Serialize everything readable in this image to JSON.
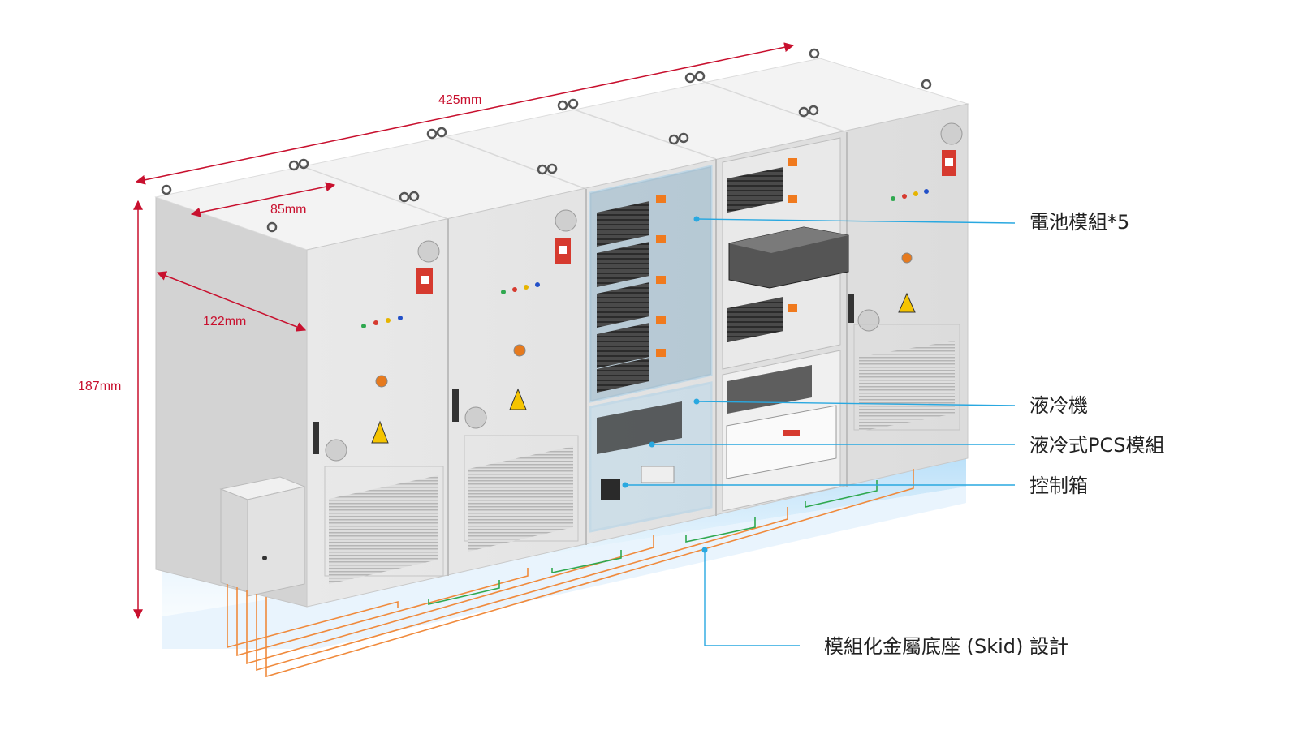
{
  "dimensions": {
    "length": "425mm",
    "depth_top": "85mm",
    "depth_side": "122mm",
    "height": "187mm"
  },
  "callouts": {
    "battery": "電池模組*5",
    "cooler": "液冷機",
    "pcs": "液冷式PCS模組",
    "control": "控制箱",
    "skid": "模組化金屬底座 (Skid) 設計"
  },
  "colors": {
    "dimension": "#c8102e",
    "callout_line": "#29a8e0",
    "cabinet_front": "#e6e6e6",
    "cabinet_top": "#f2f2f2",
    "cabinet_side": "#d2d2d2",
    "skid_glow": "#bfe3fa",
    "ground_wire_orange": "#f08a3c",
    "ground_wire_green": "#2fa84f"
  },
  "icons": {
    "warning": "high-voltage-warning-icon",
    "indicator": "indicator-light-icon",
    "emergency": "emergency-stop-icon"
  }
}
